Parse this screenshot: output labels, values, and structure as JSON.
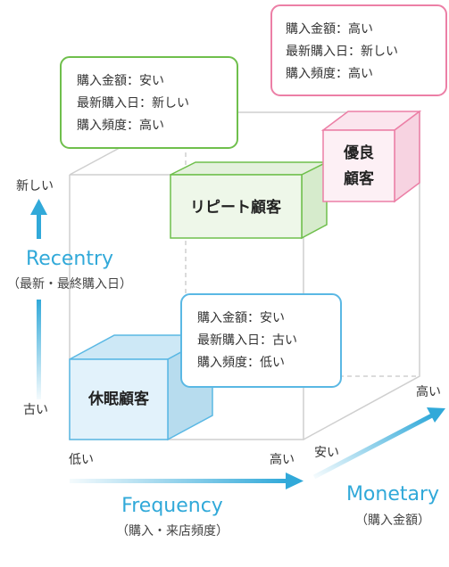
{
  "recency_axis": {
    "top_label": "新しい",
    "bottom_label": "古い",
    "title": "Recentry",
    "subtitle": "（最新・最終購入日）"
  },
  "frequency_axis": {
    "low_label": "低い",
    "high_label": "高い",
    "title": "Frequency",
    "subtitle": "（購入・来店頻度）"
  },
  "monetary_axis": {
    "low_label": "安い",
    "high_label": "高い",
    "title": "Monetary",
    "subtitle": "（購入金額）"
  },
  "segments": {
    "dormant": "休眠顧客",
    "repeat": "リピート顧客",
    "excellent_line1": "優良",
    "excellent_line2": "顧客"
  },
  "callouts": {
    "excellent": [
      "購入金額：高い",
      "最新購入日：新しい",
      "購入頻度：高い"
    ],
    "repeat": [
      "購入金額：安い",
      "最新購入日：新しい",
      "購入頻度：高い"
    ],
    "dormant": [
      "購入金額：安い",
      "最新購入日：古い",
      "購入頻度：低い"
    ]
  },
  "colors": {
    "accent_blue": "#31a9d9",
    "repeat_green": "#6fbf4c",
    "excellent_pink": "#ec7fa6",
    "dormant_blue": "#5ab8e4"
  }
}
